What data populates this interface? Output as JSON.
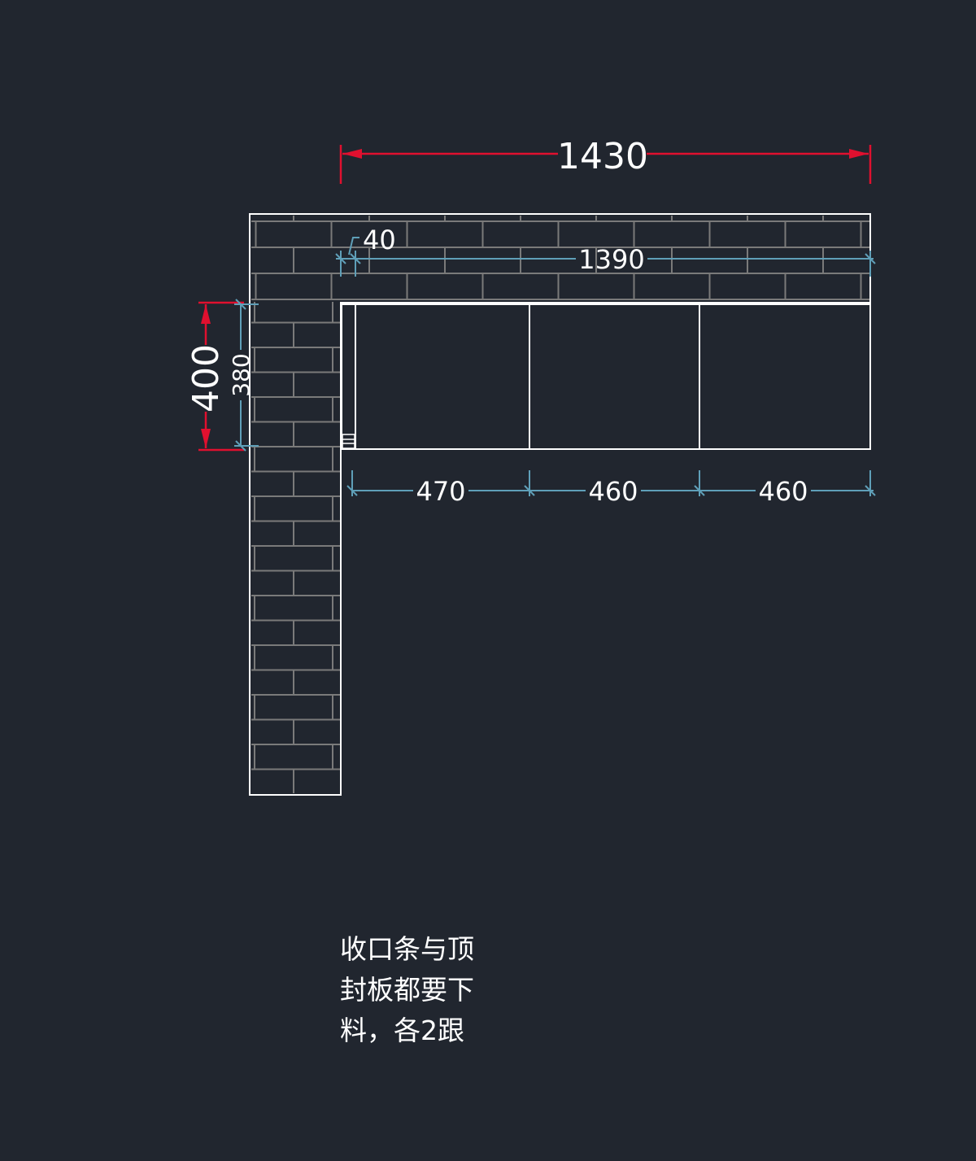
{
  "colors": {
    "background": "#21262f",
    "wall_outline": "#ffffff",
    "brick_hatch": "#7a7a7a",
    "cabinet_line": "#ffffff",
    "overall_dimension": "#e0102f",
    "detail_dimension": "#5f9fb8",
    "text": "#ffffff"
  },
  "dimensions": {
    "overall_width": "1430",
    "overall_depth": "400",
    "inner_width": "1390",
    "filler_width": "40",
    "inner_depth": "380",
    "door_1": "470",
    "door_2": "460",
    "door_3": "460"
  },
  "note": {
    "line_1": "收口条与顶",
    "line_2": "封板都要下",
    "line_3": "料，各2跟"
  }
}
